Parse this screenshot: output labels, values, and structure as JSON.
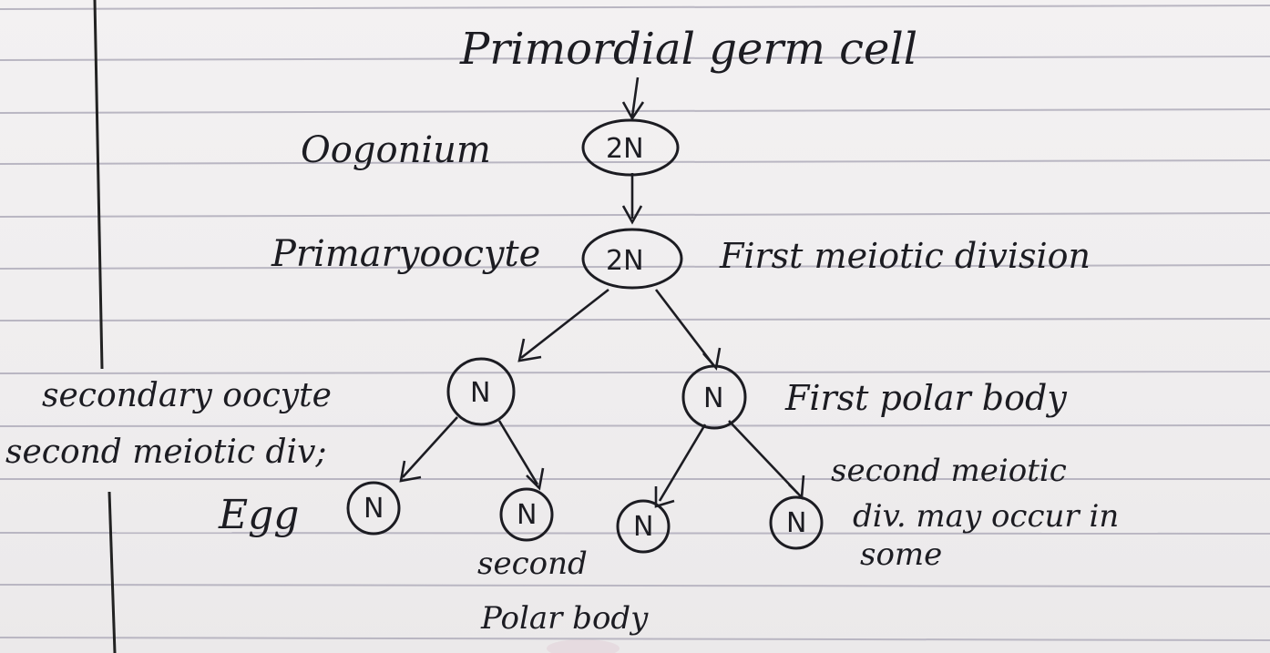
{
  "title": "Primordial germ cell",
  "nodes": {
    "oogonium": {
      "label": "Oogonium",
      "ploidy": "2N"
    },
    "primary_oocyte": {
      "label": "Primaryoocyte",
      "ploidy": "2N",
      "note": "First meiotic division"
    },
    "secondary_oocyte": {
      "label": "secondary oocyte",
      "ploidy": "N",
      "note": "second meiotic div;"
    },
    "first_polar_body": {
      "label": "First polar body",
      "ploidy": "N",
      "note": "second meiotic div. may occur in some"
    },
    "egg": {
      "label": "Egg",
      "ploidy": "N"
    },
    "second_polar_1": {
      "ploidy": "N"
    },
    "second_polar_2": {
      "ploidy": "N"
    },
    "second_polar_3": {
      "ploidy": "N"
    },
    "second_polar_label": "second Polar body"
  },
  "colors": {
    "ink": "#1c1c22",
    "rule": "#b9b6c2",
    "paper": "#f1eff0"
  }
}
